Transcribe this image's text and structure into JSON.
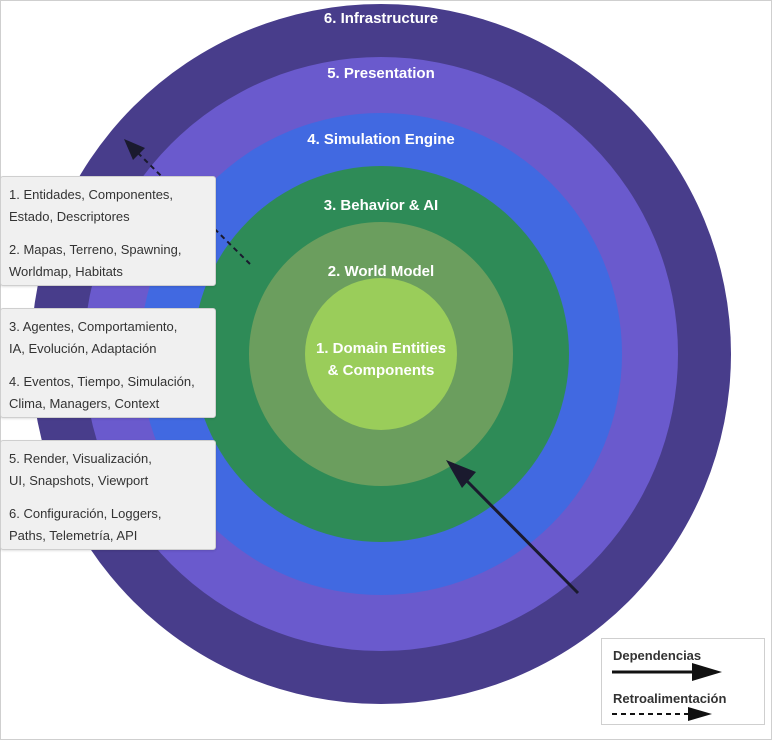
{
  "layers": [
    {
      "label": "6. Infrastructure",
      "color": "#483d8b"
    },
    {
      "label": "5. Presentation",
      "color": "#6a5acd"
    },
    {
      "label": "4. Simulation Engine",
      "color": "#4169e1"
    },
    {
      "label": "3. Behavior & AI",
      "color": "#2e8b57"
    },
    {
      "label": "2. World Model",
      "color": "#6b9e5e"
    },
    {
      "label": "1. Domain Entities",
      "label2": "& Components",
      "color": "#9acd5a"
    }
  ],
  "boxes": [
    {
      "line1a": "1. Entidades, Componentes,",
      "line1b": "Estado, Descriptores",
      "line2a": "2. Mapas, Terreno, Spawning,",
      "line2b": "Worldmap, Habitats"
    },
    {
      "line1a": "3. Agentes, Comportamiento,",
      "line1b": "IA, Evolución, Adaptación",
      "line2a": "4. Eventos, Tiempo, Simulación,",
      "line2b": "Clima, Managers, Context"
    },
    {
      "line1a": "5. Render, Visualización,",
      "line1b": "UI, Snapshots, Viewport",
      "line2a": "6. Configuración, Loggers,",
      "line2b": "Paths, Telemetría, API"
    }
  ],
  "legend": {
    "dependencies": "Dependencias",
    "feedback": "Retroalimentación"
  }
}
